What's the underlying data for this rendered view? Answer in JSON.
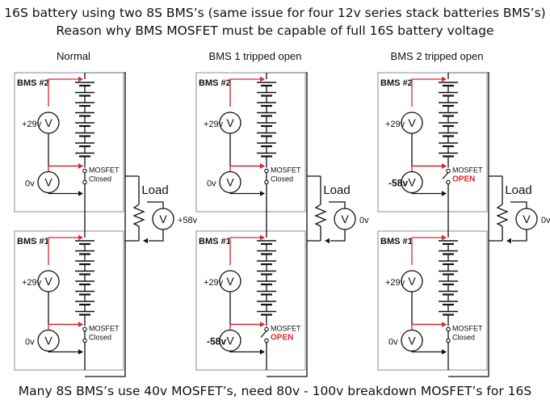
{
  "title_lines": [
    "16S battery using two 8S BMS’s (same issue for four 12v series stack batteries BMS’s)",
    "Reason why BMS MOSFET must be capable of full 16S battery voltage"
  ],
  "footer": "Many 8S BMS’s use 40v MOSFET’s,  need 80v - 100v breakdown MOSFET’s for 16S",
  "meter_symbol": "V",
  "load_label": "Load",
  "colors": {
    "wire": "#111111",
    "sense_wire": "#d9262c",
    "open_text": "#d9262c",
    "box": "#a8a8a8"
  },
  "panels": [
    {
      "heading": "Normal",
      "load_voltage": "+58v",
      "bms": [
        {
          "label": "BMS #2",
          "cell_voltage": "+29v",
          "mosfet_voltage": "0v",
          "mosfet_voltage_bold": false,
          "mosfet_label": "MOSFET",
          "mosfet_state": "Closed",
          "mosfet_open": false
        },
        {
          "label": "BMS #1",
          "cell_voltage": "+29v",
          "mosfet_voltage": "0v",
          "mosfet_voltage_bold": false,
          "mosfet_label": "MOSFET",
          "mosfet_state": "Closed",
          "mosfet_open": false
        }
      ]
    },
    {
      "heading": "BMS 1 tripped open",
      "load_voltage": "0v",
      "bms": [
        {
          "label": "BMS #2",
          "cell_voltage": "+29v",
          "mosfet_voltage": "0v",
          "mosfet_voltage_bold": false,
          "mosfet_label": "MOSFET",
          "mosfet_state": "Closed",
          "mosfet_open": false
        },
        {
          "label": "BMS #1",
          "cell_voltage": "+29v",
          "mosfet_voltage": "-58v",
          "mosfet_voltage_bold": true,
          "mosfet_label": "MOSFET",
          "mosfet_state": "OPEN",
          "mosfet_open": true
        }
      ]
    },
    {
      "heading": "BMS 2 tripped open",
      "load_voltage": "0v",
      "bms": [
        {
          "label": "BMS #2",
          "cell_voltage": "+29v",
          "mosfet_voltage": "-58v",
          "mosfet_voltage_bold": true,
          "mosfet_label": "MOSFET",
          "mosfet_state": "OPEN",
          "mosfet_open": true
        },
        {
          "label": "BMS #1",
          "cell_voltage": "+29v",
          "mosfet_voltage": "0v",
          "mosfet_voltage_bold": false,
          "mosfet_label": "MOSFET",
          "mosfet_state": "Closed",
          "mosfet_open": false
        }
      ]
    }
  ]
}
